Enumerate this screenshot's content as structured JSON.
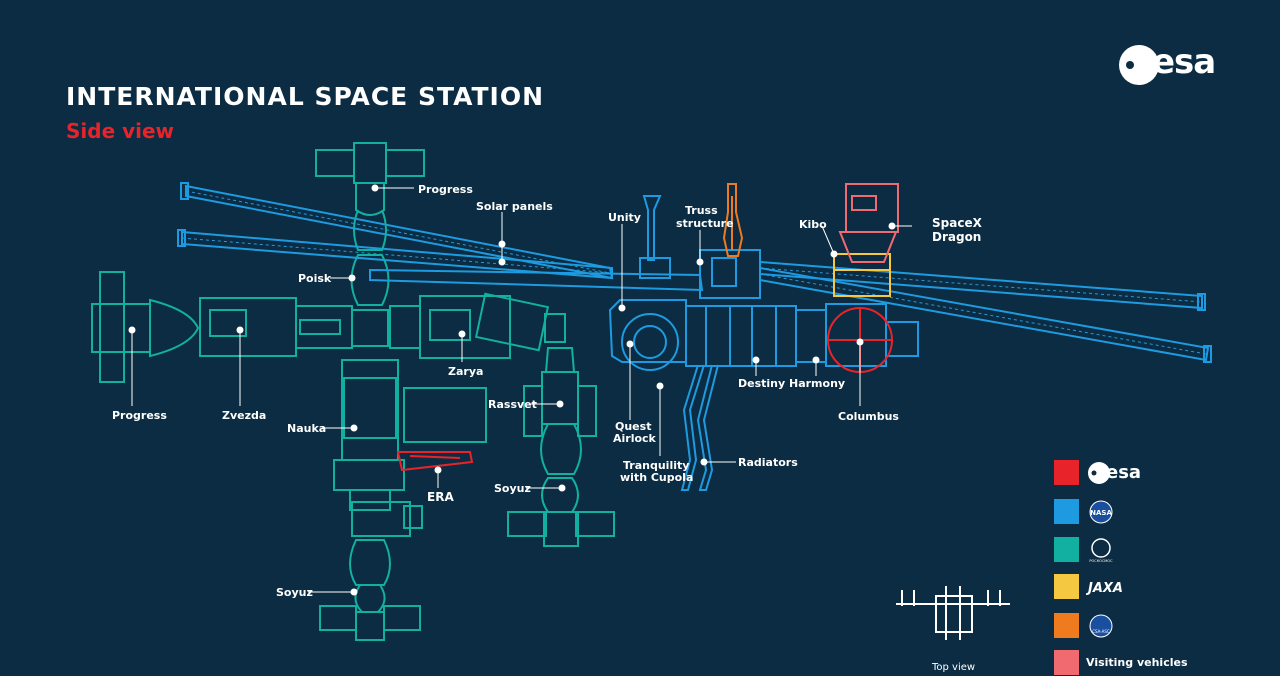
{
  "header": {
    "title": "INTERNATIONAL SPACE STATION",
    "subtitle": "Side view",
    "brand": "esa"
  },
  "colors": {
    "background": "#0b2c42",
    "subtitle": "#e8232a",
    "esa": "#e8232a",
    "nasa": "#1e9be0",
    "roscosmos": "#12b0a0",
    "jaxa": "#f5c842",
    "csa": "#f07a1e",
    "visiting": "#f06a70",
    "label": "#ffffff"
  },
  "labels": {
    "progress_top": "Progress",
    "solar_panels": "Solar panels",
    "unity": "Unity",
    "truss_line1": "Truss",
    "truss_line2": "structure",
    "kibo": "Kibo",
    "spacex_line1": "SpaceX",
    "spacex_line2": "Dragon",
    "poisk": "Poisk",
    "progress_left": "Progress",
    "zvezda": "Zvezda",
    "zarya": "Zarya",
    "nauka": "Nauka",
    "rassvet": "Rassvet",
    "quest_line1": "Quest",
    "quest_line2": "Airlock",
    "destiny": "Destiny",
    "harmony": "Harmony",
    "columbus": "Columbus",
    "era": "ERA",
    "radiators": "Radiators",
    "tranquility_line1": "Tranquility",
    "tranquility_line2": "with Cupola",
    "soyuz_mid": "Soyuz",
    "soyuz_bottom": "Soyuz",
    "top_view": "Top view"
  },
  "legend": [
    {
      "agency": "ESA",
      "color": "#e8232a",
      "icon": "esa-logo-icon",
      "text": "esa"
    },
    {
      "agency": "NASA",
      "color": "#1e9be0",
      "icon": "nasa-logo-icon",
      "text": "NASA"
    },
    {
      "agency": "Roscosmos",
      "color": "#12b0a0",
      "icon": "roscosmos-logo-icon",
      "text": "РОСКОСМОС"
    },
    {
      "agency": "JAXA",
      "color": "#f5c842",
      "icon": "jaxa-logo-icon",
      "text": "JAXA"
    },
    {
      "agency": "CSA",
      "color": "#f07a1e",
      "icon": "csa-logo-icon",
      "text": "CSA-ASC"
    },
    {
      "agency": "Visiting vehicles",
      "color": "#f06a70",
      "icon": "",
      "text": "Visiting vehicles"
    }
  ]
}
